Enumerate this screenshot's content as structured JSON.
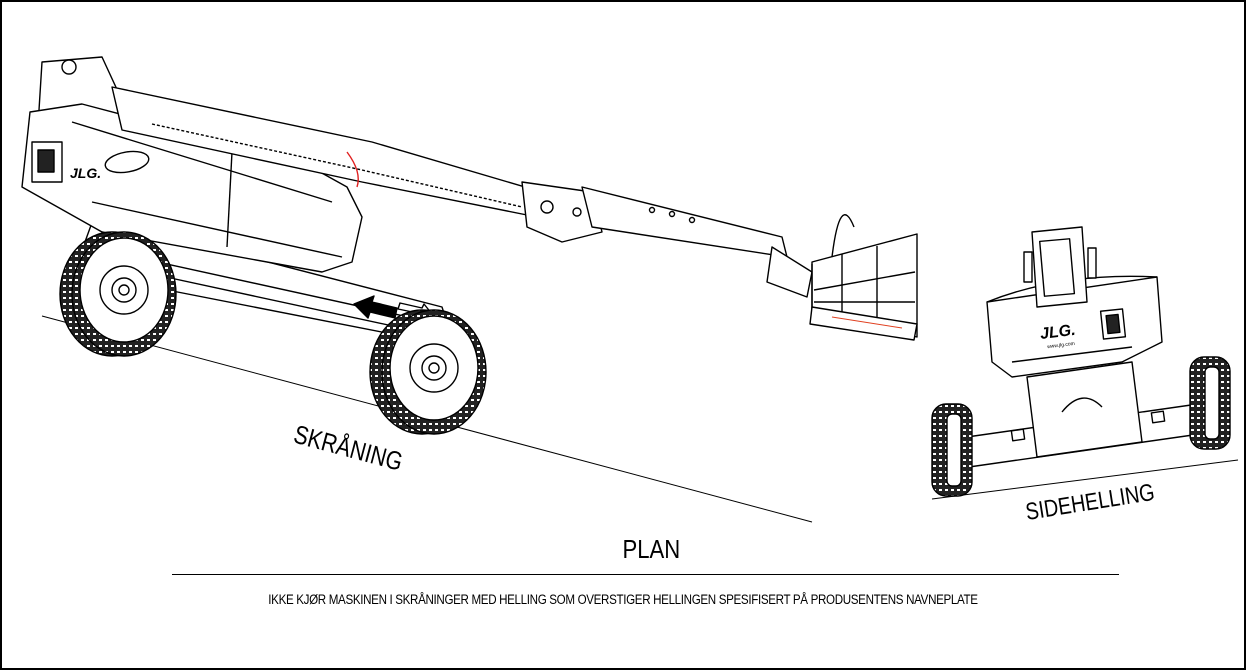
{
  "labels": {
    "slope": "SKRÅNING",
    "level": "PLAN",
    "side_slope": "SIDEHELLING",
    "brand": "JLG.",
    "brand_small": "www.jlg.com"
  },
  "caption": "IKKE KJØR MASKINEN I SKRÅNINGER MED HELLING SOM OVERSTIGER HELLINGEN SPESIFISERT PÅ PRODUSENTENS NAVNEPLATE"
}
